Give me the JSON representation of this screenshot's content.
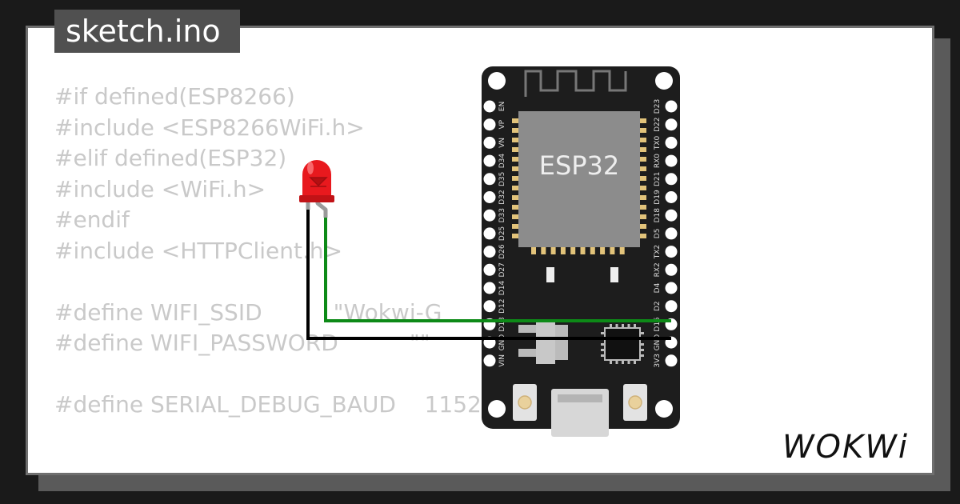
{
  "file_tab": {
    "label": "sketch.ino"
  },
  "code": {
    "lines": [
      "#if defined(ESP8266)",
      "#include <ESP8266WiFi.h>",
      "#elif defined(ESP32)",
      "#include <WiFi.h>",
      "#endif",
      "#include <HTTPClient.h>",
      "",
      "#define WIFI_SSID          \"Wokwi-G",
      "#define WIFI_PASSWORD          \"\"",
      "",
      "#define SERIAL_DEBUG_BAUD    1152"
    ]
  },
  "board": {
    "chip_label": "ESP32",
    "left_pins": [
      "EN",
      "VP",
      "VN",
      "D34",
      "D35",
      "D32",
      "D33",
      "D25",
      "D26",
      "D27",
      "D14",
      "D12",
      "D13",
      "GND",
      "VIN"
    ],
    "right_pins": [
      "D23",
      "D22",
      "TX0",
      "RX0",
      "D21",
      "D19",
      "D18",
      "D5",
      "TX2",
      "RX2",
      "D4",
      "D2",
      "D15",
      "GND",
      "3V3"
    ],
    "body_color": "#1d1d1d",
    "chip_color": "#8c8c8c"
  },
  "led": {
    "color": "#e8191e"
  },
  "wires": {
    "signal_color": "#0d8a17",
    "ground_color": "#000000"
  },
  "brand": {
    "name": "WOKWi"
  },
  "colors": {
    "background": "#1a1a1a",
    "card": "#ffffff",
    "code_text": "#c9c9c9"
  }
}
